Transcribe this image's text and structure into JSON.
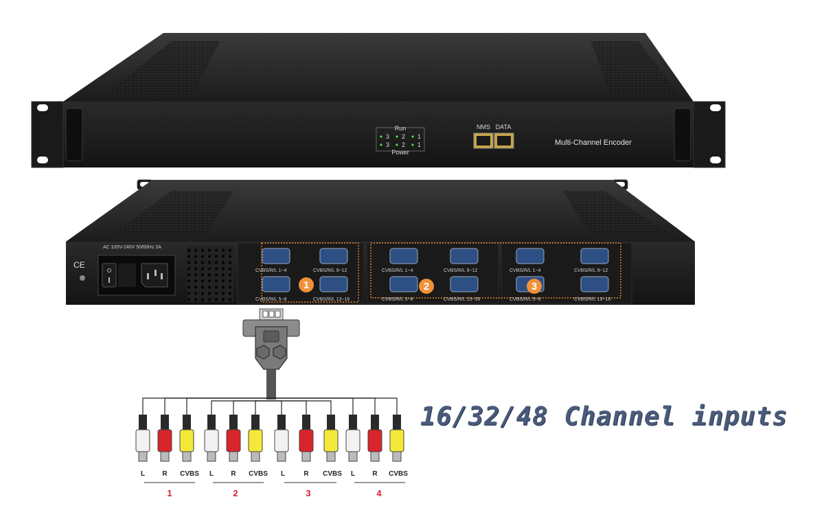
{
  "front": {
    "run_label": "Run",
    "power_label": "Power",
    "leds": [
      "3",
      "2",
      "1"
    ],
    "port_labels": [
      "NMS",
      "DATA"
    ],
    "model_label": "Multi-Channel Encoder"
  },
  "rear": {
    "psu_rating": "AC 100V-240V 50/60Hz 2A",
    "ce_mark": "CE",
    "port_labels": [
      "CVBS/R/L 1~4",
      "CVBS/R/L 9~12",
      "CVBS/R/L 5~8",
      "CVBS/R/L 13~16"
    ],
    "module_badges": [
      "1",
      "2",
      "3"
    ]
  },
  "cable": {
    "rca_labels": [
      "L",
      "R",
      "CVBS"
    ],
    "groups": [
      "1",
      "2",
      "3",
      "4"
    ]
  },
  "headline": "16/32/48 Channel inputs",
  "colors": {
    "chassis": "#1e1e1e",
    "badge": "#f0923a",
    "rca_white": "#f2f2f2",
    "rca_red": "#d8242b",
    "rca_yellow": "#f4e83a",
    "group_label": "#d0242b",
    "headline": "#4a5a7a"
  }
}
